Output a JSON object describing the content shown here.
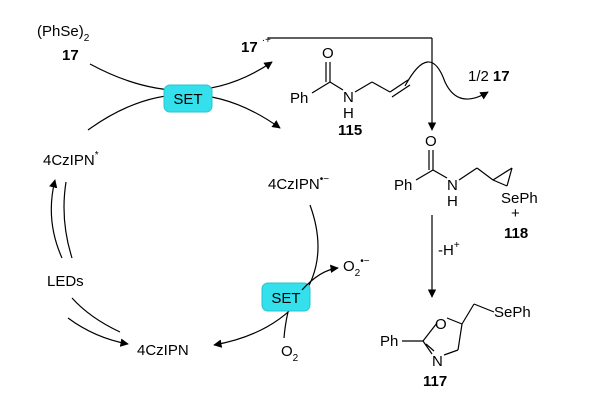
{
  "reagents": {
    "diselenide": "(PhSe)",
    "diselenide_sub": "2",
    "diselenide_id": "17",
    "radical_cation_id": "17",
    "radical_cation_charge": "·+",
    "half_label": "1/2",
    "half_id": "17"
  },
  "catalysts": {
    "excited": "4CzIPN",
    "excited_mark": "*",
    "reduced": "4CzIPN",
    "reduced_mark": "•−",
    "ground": "4CzIPN",
    "light": "LEDs"
  },
  "set_labels": {
    "top": "SET",
    "bottom": "SET"
  },
  "oxygen": {
    "o2": "O",
    "o2_sub": "2",
    "superoxide": "O",
    "superoxide_sub": "2",
    "superoxide_charge": "•−"
  },
  "compounds": {
    "c115": "115",
    "c118": "118",
    "c117": "117",
    "ph": "Ph",
    "o": "O",
    "n": "N",
    "h": "H",
    "seph": "SePh",
    "plus": "+"
  },
  "deprotonation": {
    "label": "-H",
    "charge": "+"
  }
}
